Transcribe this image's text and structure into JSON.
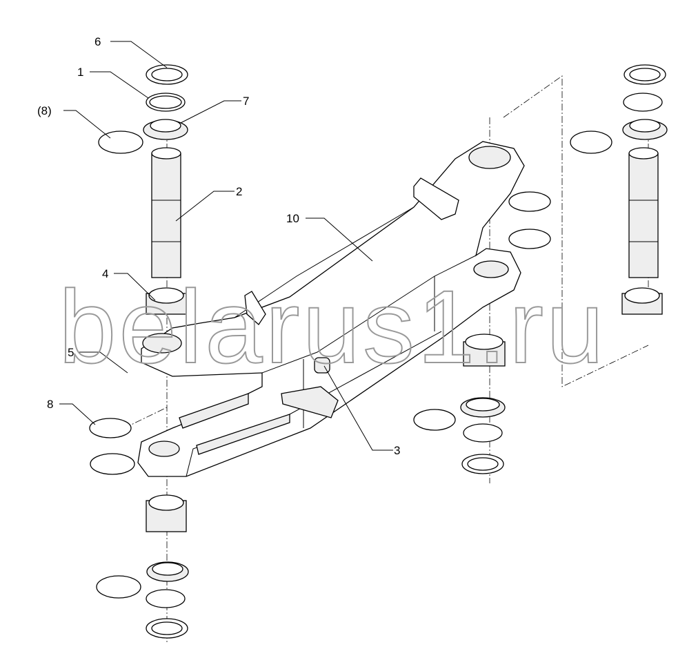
{
  "labels": {
    "l6": "6",
    "l1": "1",
    "l8p": "(8)",
    "l7": "7",
    "l2": "2",
    "l10": "10",
    "l4": "4",
    "l5": "5",
    "l8": "8",
    "l3": "3"
  },
  "watermark": "belarus1.ru"
}
